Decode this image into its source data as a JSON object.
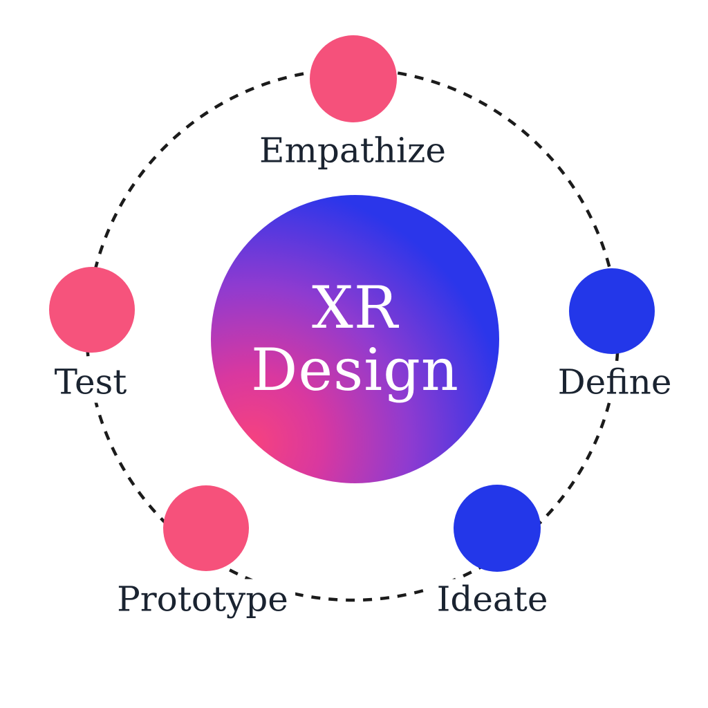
{
  "diagram": {
    "title": {
      "line1": "XR",
      "line2": "Design"
    },
    "stages": [
      {
        "label": "Empathize",
        "color": "#F5517B",
        "position": "top"
      },
      {
        "label": "Define",
        "color": "#2337E9",
        "position": "right"
      },
      {
        "label": "Ideate",
        "color": "#2337E9",
        "position": "bottom-right"
      },
      {
        "label": "Prototype",
        "color": "#F6517B",
        "position": "bottom-left"
      },
      {
        "label": "Test",
        "color": "#F6537C",
        "position": "left"
      }
    ],
    "colors": {
      "pink": "#F5517B",
      "blue": "#2337E9",
      "ring": "#1B1B1B",
      "label_text": "#1A2330",
      "center_gradient_pink": "#F6427F",
      "center_gradient_magenta": "#D9389F",
      "center_gradient_purple": "#8F3BD0",
      "center_gradient_blue": "#2B36EA",
      "background": "#FFFFFF"
    }
  }
}
